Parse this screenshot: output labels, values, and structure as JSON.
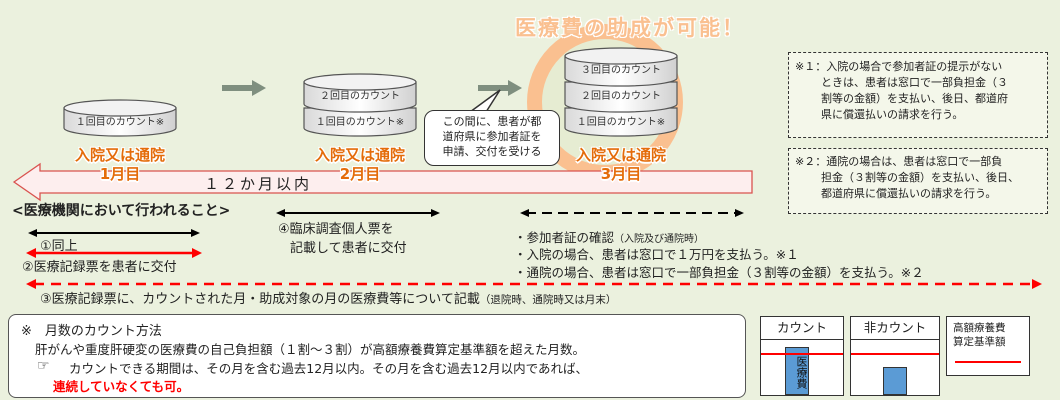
{
  "subsidy_title": "医療費の助成が可能！",
  "counters": {
    "first": "１回目のカウント※",
    "second": "２回目のカウント",
    "third": "３回目のカウント"
  },
  "months": [
    {
      "admission": "入院又は通院",
      "month": "1月目"
    },
    {
      "admission": "入院又は通院",
      "month": "2月目"
    },
    {
      "admission": "入院又は通院",
      "month": "3月目"
    }
  ],
  "callout": [
    "この間に、患者が都",
    "道府県に参加者証を",
    "申請、交付を受ける"
  ],
  "period_label": "１２か月以内",
  "section_header": "<医療機関において行われること>",
  "steps": {
    "step1": "①同上",
    "step2": "②医療記録票を患者に交付",
    "step3_main": "③医療記録票に、カウントされた月・助成対象の月の医療費等について記載",
    "step3_small": "（退院時、通院時又は月末）",
    "step4_line1": "④臨床調査個人票を",
    "step4_line2": "記載して患者に交付"
  },
  "bullets": {
    "b1_main": "・参加者証の確認",
    "b1_small": "（入院及び通院時）",
    "b2": "・入院の場合、患者は窓口で１万円を支払う。※１",
    "b3": "・通院の場合、患者は窓口で一部負担金（３割等の金額）を支払う。※２"
  },
  "notes": {
    "note1": [
      "※１：入院の場合で参加者証の提示がない",
      "とき",
      "は、患者は窓口で一部負担金（３",
      "割等の金額）を支払い、後日、都道府",
      "県に償還払いの請求を行う。"
    ],
    "note2": [
      "※２：通院の場合は、患者は窓口で一部負",
      "担金（３割等の金額）を支払い、後日、",
      "都道府県に償還払いの請求を行う。"
    ]
  },
  "counting": {
    "heading": "※　月数のカウント方法",
    "line1": "肝がんや重度肝硬変の医療費の自己負担額（１割～３割）が高額療養費算定基準額を超えた月数。",
    "line2": "カウントできる期間は、その月を含む過去12月以内。その月を含む過去12月以内であれば、",
    "line3": "連続していなくても可。",
    "pointer_icon": "☞"
  },
  "legend": {
    "count": "カウント",
    "non_count": "非カウント",
    "bar_text": "医療費",
    "threshold_line1": "高額療養費",
    "threshold_line2": "算定基準額"
  },
  "colors": {
    "background": "#ebf1de",
    "accent_orange": "#e46c0a",
    "ring": "#fac090",
    "arrow_red": "#ff0000",
    "bar_blue": "#5b9bd5",
    "gray_arrow": "#7f8f7f"
  }
}
